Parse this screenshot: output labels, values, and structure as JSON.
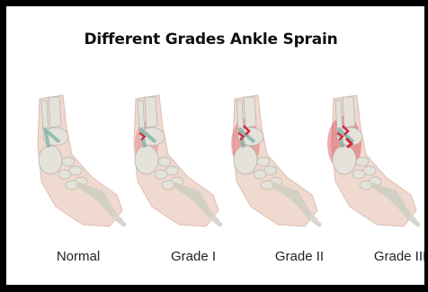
{
  "title": "Different Grades Ankle Sprain",
  "panels": [
    {
      "label": "Normal"
    },
    {
      "label": "Grade I"
    },
    {
      "label": "Grade II"
    },
    {
      "label": "Grade III"
    }
  ],
  "colors": {
    "skin": "#f0d9cf",
    "bone": "#e4e2da",
    "ligament": "#7fb4a9",
    "injury": "#d7263d"
  }
}
